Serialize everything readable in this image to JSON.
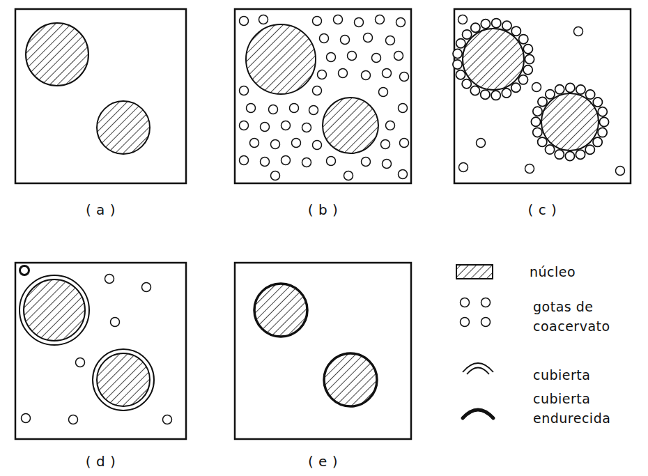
{
  "diagram": {
    "labels": [
      "( a )",
      "( b )",
      "( c )",
      "( d )",
      "( e )"
    ],
    "legend": [
      {
        "text": "núcleo"
      },
      {
        "text": "gotas de coacervato"
      },
      {
        "text": "cubierta"
      },
      {
        "text": "cubierta endurecida"
      }
    ]
  }
}
